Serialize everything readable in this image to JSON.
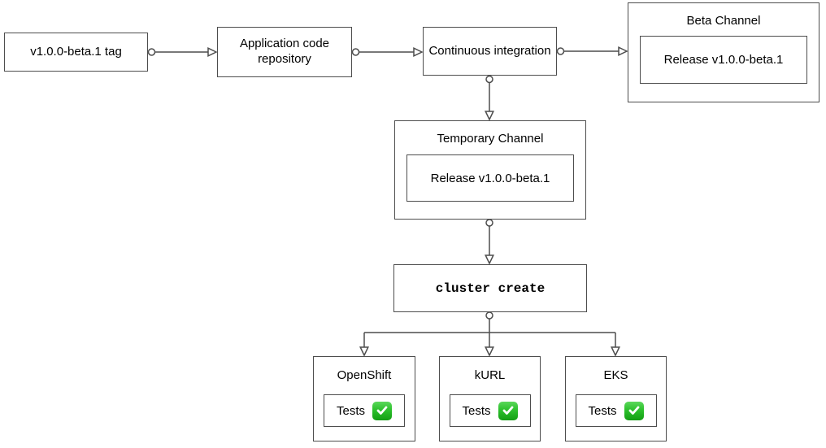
{
  "diagram": {
    "nodes": {
      "tag": {
        "label": "v1.0.0-beta.1 tag"
      },
      "repo": {
        "label": "Application code repository"
      },
      "ci": {
        "label": "Continuous integration"
      },
      "beta_channel": {
        "title": "Beta Channel",
        "release_label": "Release v1.0.0-beta.1"
      },
      "temporary_channel": {
        "title": "Temporary Channel",
        "release_label": "Release v1.0.0-beta.1"
      },
      "cluster_create": {
        "label": "cluster create"
      }
    },
    "clusters": [
      {
        "name": "OpenShift",
        "tests_label": "Tests",
        "status": "passed",
        "status_icon": "check-mark-button"
      },
      {
        "name": "kURL",
        "tests_label": "Tests",
        "status": "passed",
        "status_icon": "check-mark-button"
      },
      {
        "name": "EKS",
        "tests_label": "Tests",
        "status": "passed",
        "status_icon": "check-mark-button"
      }
    ],
    "colors": {
      "box_border": "#4d4d4d",
      "connector": "#4d4d4d",
      "text": "#000000",
      "background": "#ffffff",
      "check_green": "#1fae1f",
      "check_mark": "#ffffff"
    }
  }
}
